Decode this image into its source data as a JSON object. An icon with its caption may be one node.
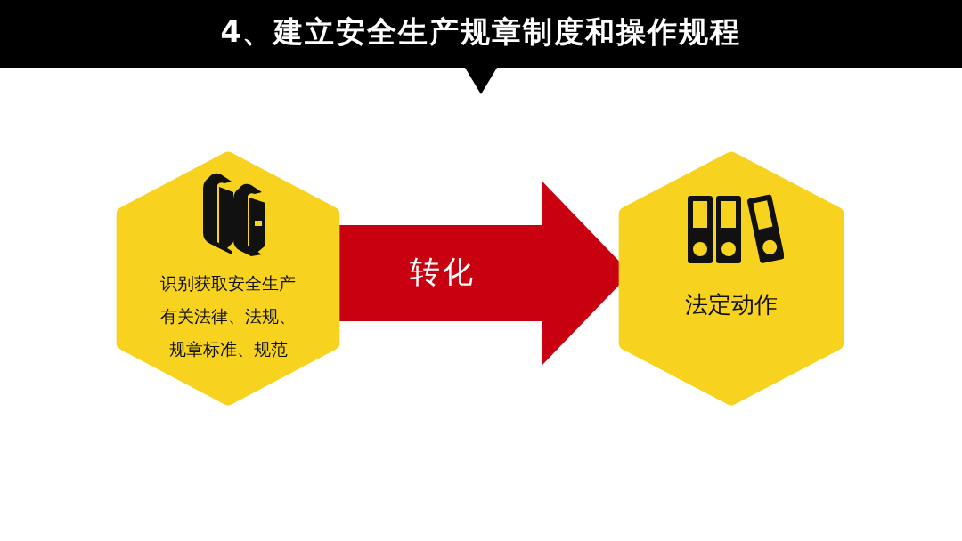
{
  "diagram": {
    "title": "4、建立安全生产规章制度和操作规程",
    "nodes": [
      {
        "text": [
          "识别获取安全生产有关法律、法规、规章标准、规范"
        ]
      },
      {
        "text": [
          "法定动作"
        ]
      }
    ],
    "edges": [
      {
        "from": 0,
        "to": 1,
        "arrow": "to",
        "label": "转化",
        "color": "#c8000f"
      }
    ]
  }
}
